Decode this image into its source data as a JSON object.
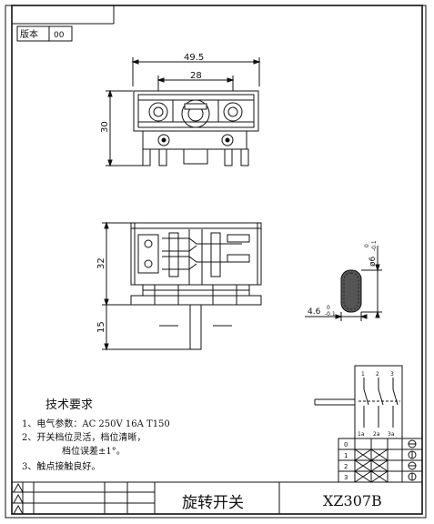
{
  "revision": {
    "label": "版本",
    "value": "00"
  },
  "dims": {
    "width_outer": "49.5",
    "width_inner": "28",
    "height_top": "30",
    "height_side": "32",
    "shaft_len": "15",
    "shaft_dia": "ø6",
    "shaft_dia_tol_upper": "0",
    "shaft_dia_tol_lower": "-0.1",
    "flat": "4.6",
    "flat_tol_upper": "0",
    "flat_tol_lower": "-0.1"
  },
  "requirements": {
    "heading": "技术要求",
    "items": [
      "1、电气参数：AC 250V  16A  T150",
      "2、开关档位灵活，档位清晰，",
      "档位误差±1°。",
      "3、触点接触良好。"
    ]
  },
  "contact_table": {
    "top_labels": [
      "1",
      "2",
      "3"
    ],
    "bottom_labels": [
      "1a",
      "2a",
      "3a"
    ],
    "rows": [
      "0",
      "1",
      "2",
      "3"
    ]
  },
  "title_block": {
    "name": "旋转开关",
    "code": "XZ307B"
  }
}
